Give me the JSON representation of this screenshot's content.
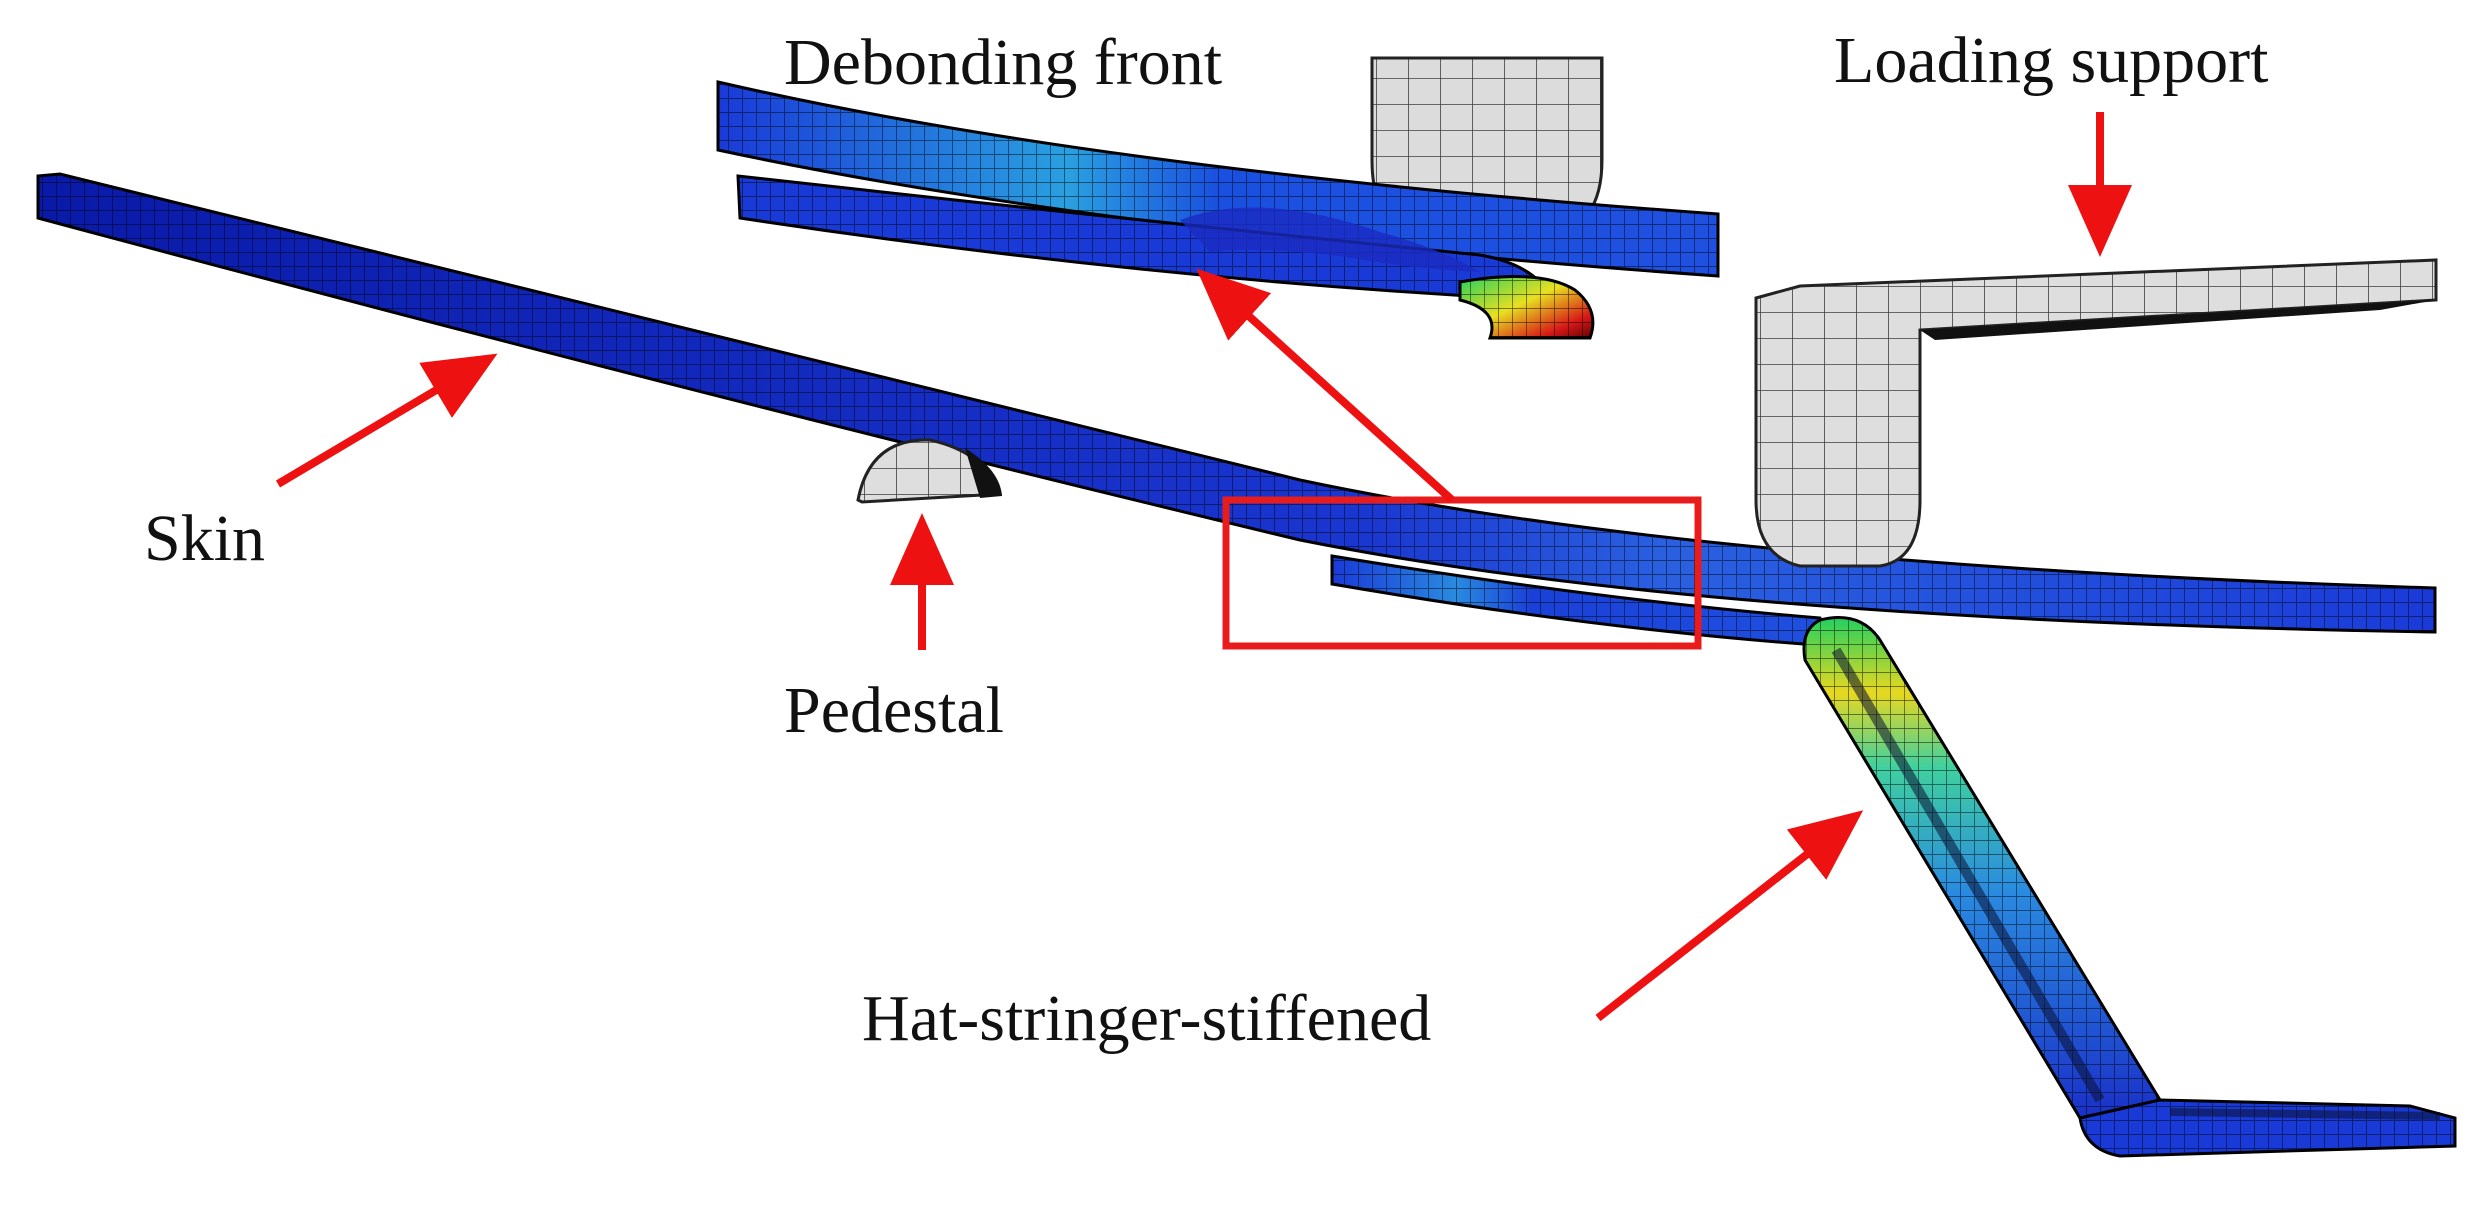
{
  "labels": {
    "debonding_front": "Debonding front",
    "loading_support": "Loading support",
    "skin": "Skin",
    "pedestal": "Pedestal",
    "hat_stringer": "Hat-stringer-stiffened"
  },
  "colors": {
    "arrow": "#ee1111",
    "highlight_box": "#e81c1c",
    "mesh_blue_dark": "#0a1aa8",
    "mesh_blue": "#1a3ad8",
    "mesh_cyan": "#2aa0e0",
    "mesh_green": "#22d060",
    "mesh_yellow": "#e8e020",
    "mesh_red": "#d81818",
    "support_gray": "#dedede",
    "mesh_line": "#000000"
  }
}
